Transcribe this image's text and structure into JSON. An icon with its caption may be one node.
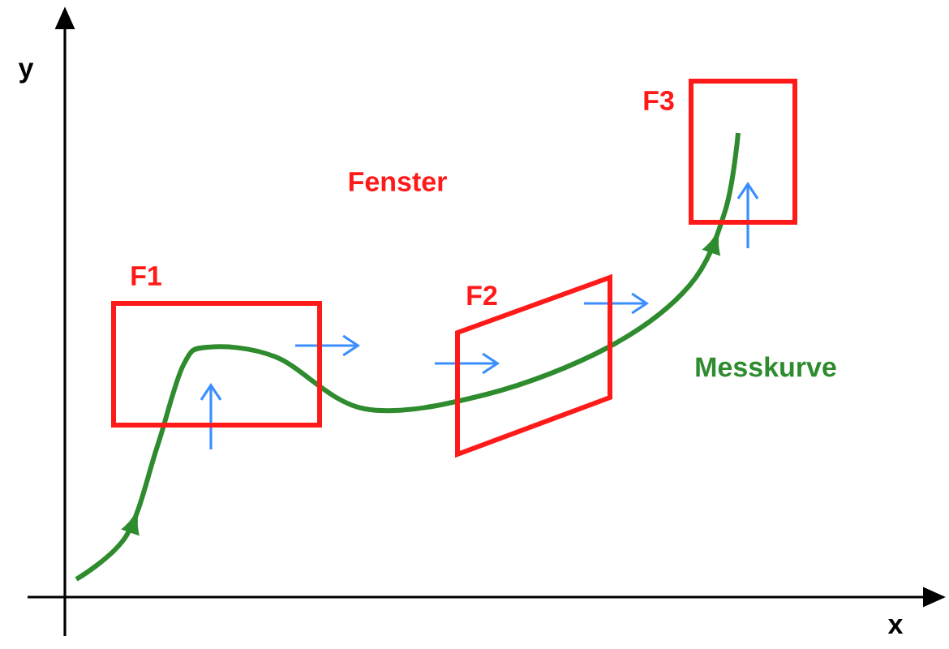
{
  "diagram": {
    "nodes": [
      {
        "text": [
          "F1"
        ]
      },
      {
        "text": [
          "F2"
        ]
      },
      {
        "text": [
          "F3"
        ]
      }
    ],
    "labels": [
      "y",
      "Fenster",
      "Messkurve",
      "x"
    ]
  }
}
